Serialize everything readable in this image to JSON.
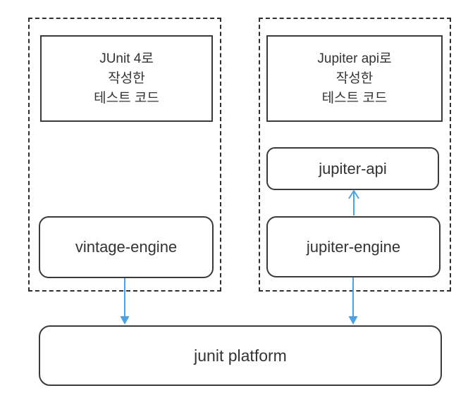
{
  "colors": {
    "arrow": "#4da2e4",
    "box_border": "#3a3a3a",
    "text": "#333333"
  },
  "junit4_group": {
    "test_code_label": "JUnit 4로\n작성한\n테스트 코드",
    "engine_label": "vintage-engine"
  },
  "jupiter_group": {
    "test_code_label": "Jupiter api로\n작성한\n테스트 코드",
    "api_label": "jupiter-api",
    "engine_label": "jupiter-engine"
  },
  "platform": {
    "label": "junit platform"
  }
}
